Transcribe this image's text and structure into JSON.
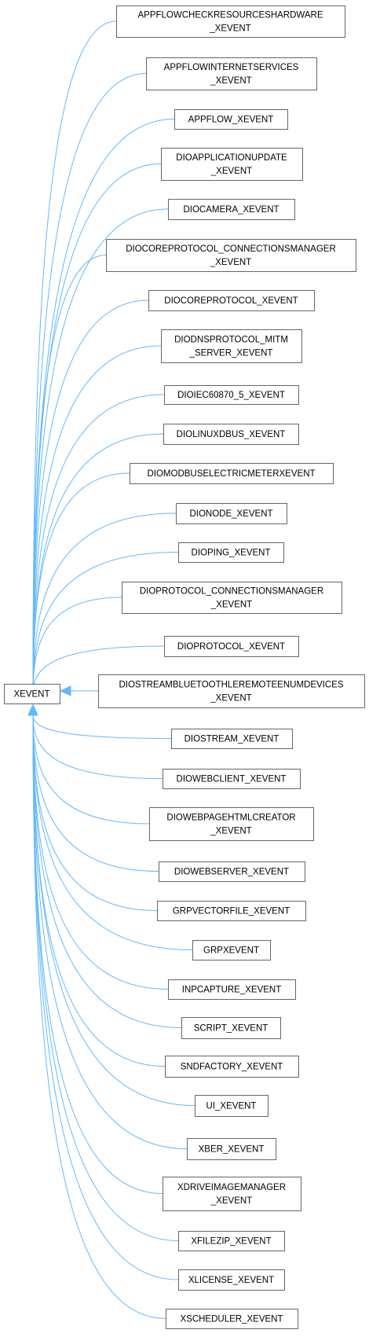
{
  "base_class": {
    "label": "XEVENT"
  },
  "edge_color": "#63b8ff",
  "node_border_color": "#666666",
  "derived_classes": [
    {
      "lines": [
        "APPFLOWCHECKRESOURCESHARDWARE",
        "_XEVENT"
      ]
    },
    {
      "lines": [
        "APPFLOWINTERNETSERVICES",
        "_XEVENT"
      ]
    },
    {
      "lines": [
        "APPFLOW_XEVENT"
      ]
    },
    {
      "lines": [
        "DIOAPPLICATIONUPDATE",
        "_XEVENT"
      ]
    },
    {
      "lines": [
        "DIOCAMERA_XEVENT"
      ]
    },
    {
      "lines": [
        "DIOCOREPROTOCOL_CONNECTIONSMANAGER",
        "_XEVENT"
      ]
    },
    {
      "lines": [
        "DIOCOREPROTOCOL_XEVENT"
      ]
    },
    {
      "lines": [
        "DIODNSPROTOCOL_MITM",
        "_SERVER_XEVENT"
      ]
    },
    {
      "lines": [
        "DIOIEC60870_5_XEVENT"
      ]
    },
    {
      "lines": [
        "DIOLINUXDBUS_XEVENT"
      ]
    },
    {
      "lines": [
        "DIOMODBUSELECTRICMETERXEVENT"
      ]
    },
    {
      "lines": [
        "DIONODE_XEVENT"
      ]
    },
    {
      "lines": [
        "DIOPING_XEVENT"
      ]
    },
    {
      "lines": [
        "DIOPROTOCOL_CONNECTIONSMANAGER",
        "_XEVENT"
      ]
    },
    {
      "lines": [
        "DIOPROTOCOL_XEVENT"
      ]
    },
    {
      "lines": [
        "DIOSTREAMBLUETOOTHLEREMOTEENUMDEVICES",
        "_XEVENT"
      ]
    },
    {
      "lines": [
        "DIOSTREAM_XEVENT"
      ]
    },
    {
      "lines": [
        "DIOWEBCLIENT_XEVENT"
      ]
    },
    {
      "lines": [
        "DIOWEBPAGEHTMLCREATOR",
        "_XEVENT"
      ]
    },
    {
      "lines": [
        "DIOWEBSERVER_XEVENT"
      ]
    },
    {
      "lines": [
        "GRPVECTORFILE_XEVENT"
      ]
    },
    {
      "lines": [
        "GRPXEVENT"
      ]
    },
    {
      "lines": [
        "INPCAPTURE_XEVENT"
      ]
    },
    {
      "lines": [
        "SCRIPT_XEVENT"
      ]
    },
    {
      "lines": [
        "SNDFACTORY_XEVENT"
      ]
    },
    {
      "lines": [
        "UI_XEVENT"
      ]
    },
    {
      "lines": [
        "XBER_XEVENT"
      ]
    },
    {
      "lines": [
        "XDRIVEIMAGEMANAGER",
        "_XEVENT"
      ]
    },
    {
      "lines": [
        "XFILEZIP_XEVENT"
      ]
    },
    {
      "lines": [
        "XLICENSE_XEVENT"
      ]
    },
    {
      "lines": [
        "XSCHEDULER_XEVENT"
      ]
    }
  ]
}
